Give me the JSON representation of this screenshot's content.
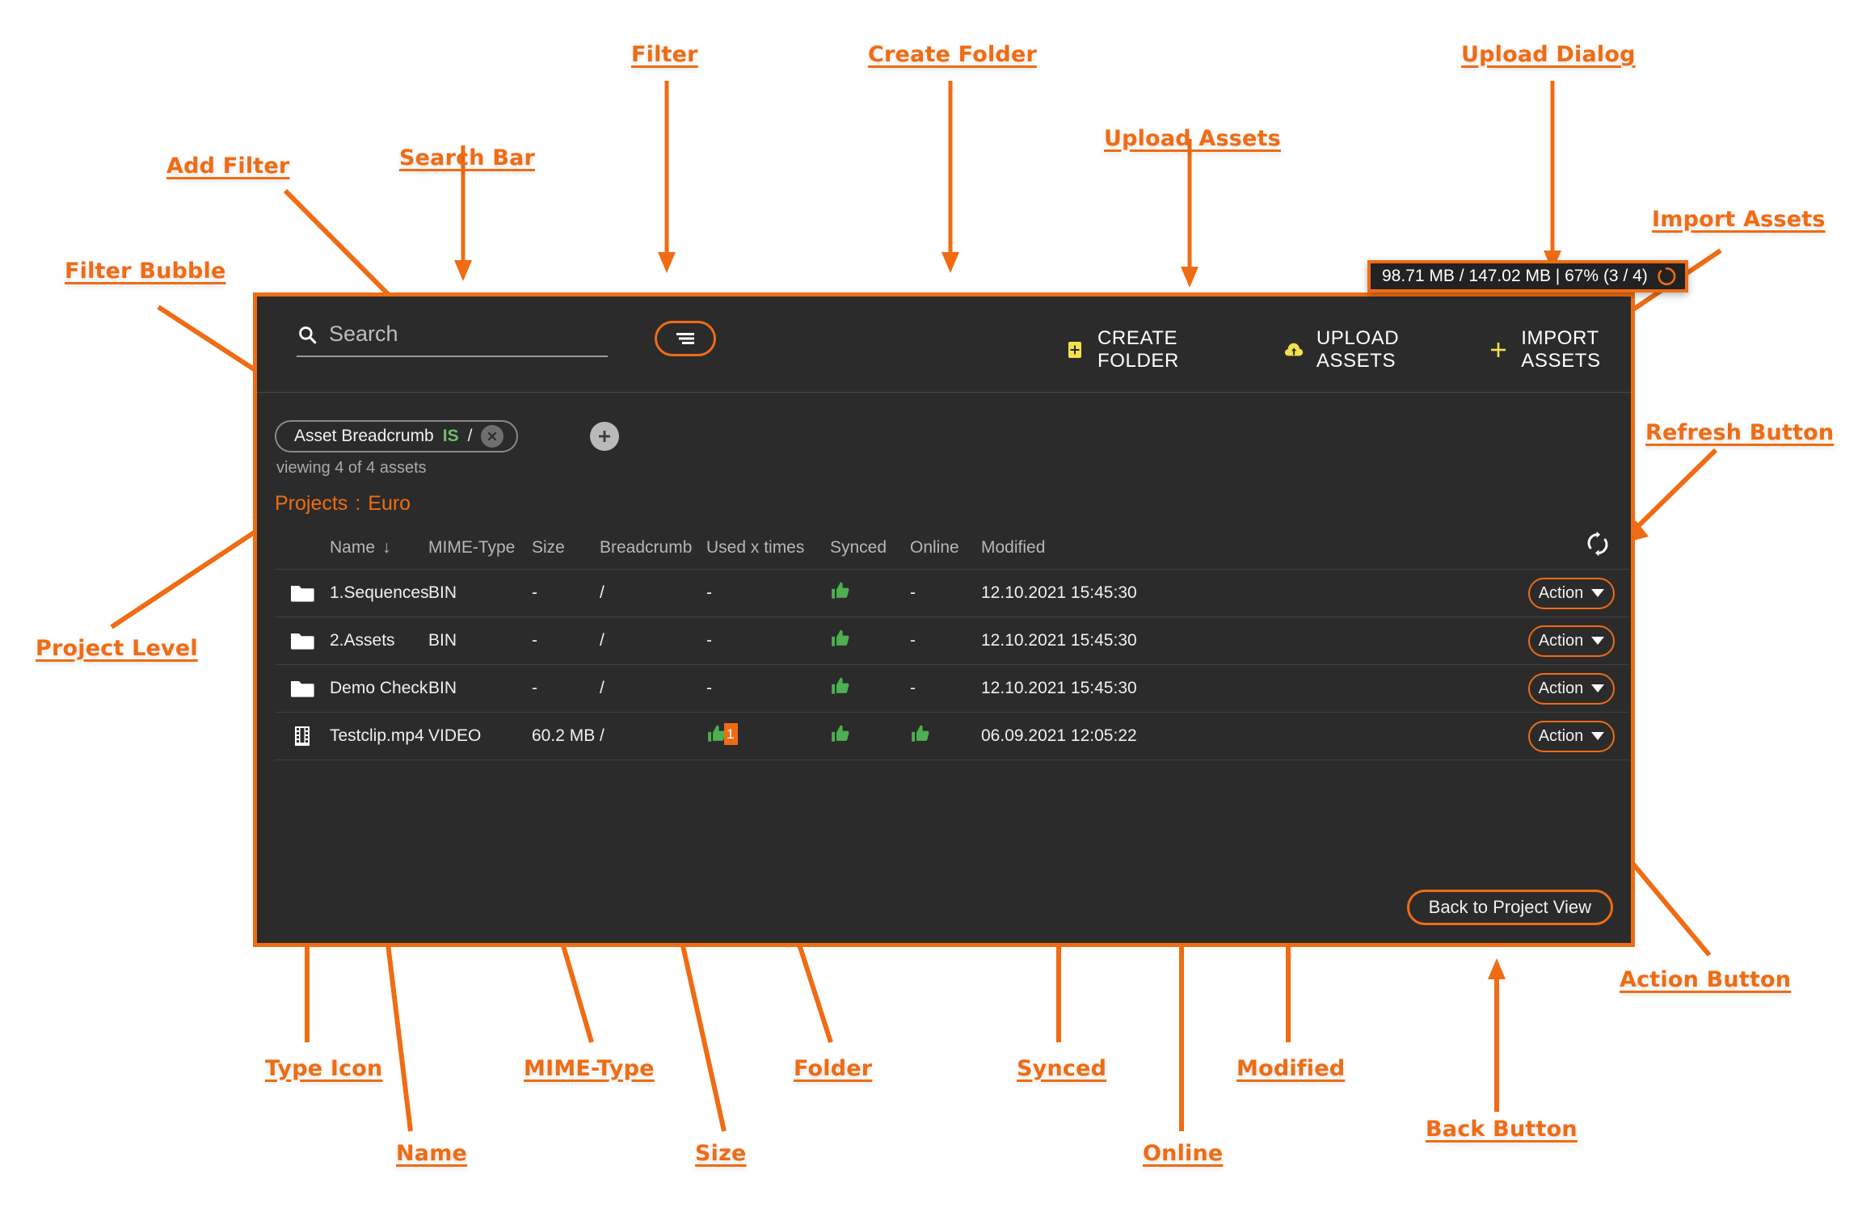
{
  "annotations": [
    {
      "id": "filter",
      "label": "Filter"
    },
    {
      "id": "create-folder",
      "label": "Create Folder"
    },
    {
      "id": "upload-dialog",
      "label": "Upload Dialog"
    },
    {
      "id": "add-filter",
      "label": "Add Filter"
    },
    {
      "id": "search-bar",
      "label": "Search Bar"
    },
    {
      "id": "upload-assets",
      "label": "Upload Assets"
    },
    {
      "id": "import-assets",
      "label": "Import Assets"
    },
    {
      "id": "filter-bubble",
      "label": "Filter Bubble"
    },
    {
      "id": "refresh-button",
      "label": "Refresh Button"
    },
    {
      "id": "project-level",
      "label": "Project Level"
    },
    {
      "id": "action-button",
      "label": "Action Button"
    },
    {
      "id": "type-icon",
      "label": "Type Icon"
    },
    {
      "id": "mime-type",
      "label": "MIME-Type"
    },
    {
      "id": "folder",
      "label": "Folder"
    },
    {
      "id": "synced",
      "label": "Synced"
    },
    {
      "id": "modified",
      "label": "Modified"
    },
    {
      "id": "name",
      "label": "Name"
    },
    {
      "id": "size",
      "label": "Size"
    },
    {
      "id": "online",
      "label": "Online"
    },
    {
      "id": "back-button",
      "label": "Back Button"
    }
  ],
  "upload_dialog": {
    "text": "98.71 MB / 147.02 MB | 67% (3 / 4)",
    "uploaded": "98.71 MB",
    "total": "147.02 MB",
    "percent": "67%",
    "files": "(3 / 4)",
    "spinner_icon": "loading-spinner-icon"
  },
  "toolbar": {
    "search": {
      "placeholder": "Search",
      "value": "",
      "icon": "search-icon"
    },
    "filter_button": {
      "icon": "filter-lines-icon"
    },
    "actions": [
      {
        "label": "CREATE FOLDER",
        "icon": "folder-plus-icon"
      },
      {
        "label": "UPLOAD ASSETS",
        "icon": "cloud-upload-icon"
      },
      {
        "label": "IMPORT ASSETS",
        "icon": "plus-icon"
      }
    ]
  },
  "filter_area": {
    "bubble": {
      "field": "Asset Breadcrumb",
      "operator": "IS",
      "value": "/",
      "remove_icon": "close-circle-icon"
    },
    "add_filter_icon": "plus-circle-icon",
    "viewing": "viewing 4 of 4 assets"
  },
  "breadcrumb": {
    "level": "Projects",
    "separator": ":",
    "project": "Euro"
  },
  "table": {
    "headers": {
      "name": "Name",
      "sort_arrow": "↓",
      "mime": "MIME-Type",
      "size": "Size",
      "breadcrumb": "Breadcrumb",
      "used": "Used x times",
      "synced": "Synced",
      "online": "Online",
      "modified": "Modified"
    },
    "refresh_icon": "refresh-icon",
    "rows": [
      {
        "type_icon": "folder-icon",
        "name": "1.Sequences",
        "mime": "BIN",
        "size": "-",
        "breadcrumb": "/",
        "used": "-",
        "used_count": "",
        "synced": "thumbs-up",
        "online": "-",
        "modified": "12.10.2021 15:45:30",
        "action": "Action"
      },
      {
        "type_icon": "folder-icon",
        "name": "2.Assets",
        "mime": "BIN",
        "size": "-",
        "breadcrumb": "/",
        "used": "-",
        "used_count": "",
        "synced": "thumbs-up",
        "online": "-",
        "modified": "12.10.2021 15:45:30",
        "action": "Action"
      },
      {
        "type_icon": "folder-icon",
        "name": "Demo Check",
        "mime": "BIN",
        "size": "-",
        "breadcrumb": "/",
        "used": "-",
        "used_count": "",
        "synced": "thumbs-up",
        "online": "-",
        "modified": "12.10.2021 15:45:30",
        "action": "Action"
      },
      {
        "type_icon": "film-strip-icon",
        "name": "Testclip.mp4",
        "mime": "VIDEO",
        "size": "60.2 MB",
        "breadcrumb": "/",
        "used": "thumbs-up",
        "used_count": "1",
        "synced": "thumbs-up",
        "online": "thumbs-up",
        "modified": "06.09.2021 12:05:22",
        "action": "Action"
      }
    ]
  },
  "back_button": {
    "label": "Back to Project View"
  },
  "colors": {
    "accent": "#ef6c14",
    "panel_bg": "#2b2b2b",
    "yellow": "#f2e14c",
    "green": "#4caf50",
    "operator_green": "#6ec06e"
  }
}
